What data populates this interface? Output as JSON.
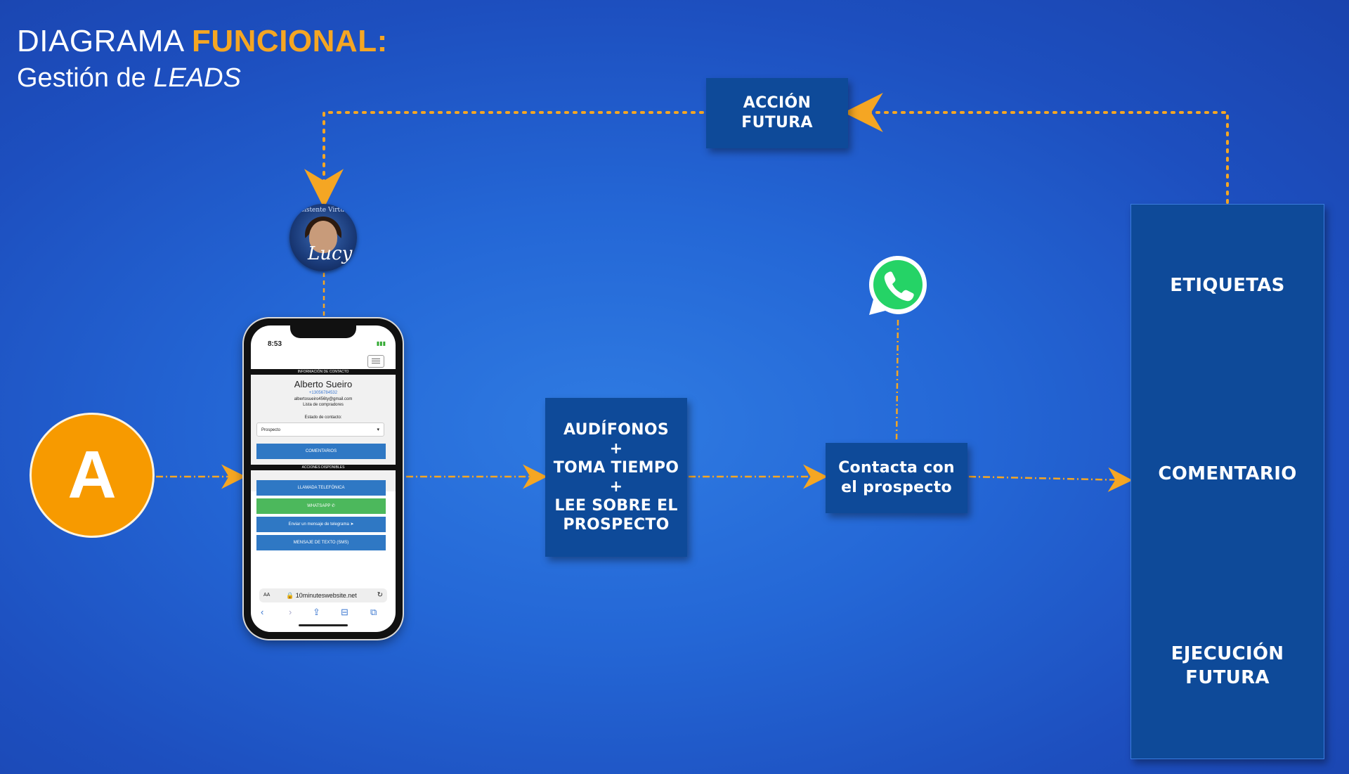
{
  "title": {
    "line1_prefix": "DIAGRAMA ",
    "line1_highlight": "FUNCIONAL:",
    "line2_prefix": "Gestión de ",
    "line2_italic": "LEADS"
  },
  "colors": {
    "accent": "#f5a623",
    "box": "#0e4a99",
    "circle": "#f79a00",
    "whatsapp": "#25d366"
  },
  "nodes": {
    "start_letter": "A",
    "avatar": {
      "ring_text": "Asistente Virtual",
      "script": "Lucy"
    },
    "accion_futura": [
      "ACCIÓN",
      "FUTURA"
    ],
    "audifonos": [
      "AUDÍFONOS",
      "+",
      "TOMA TIEMPO",
      "+",
      "LEE SOBRE EL",
      "PROSPECTO"
    ],
    "contacta": [
      "Contacta con",
      "el prospecto"
    ],
    "panel": {
      "etiquetas": "ETIQUETAS",
      "comentario": "COMENTARIO",
      "ejecucion": [
        "EJECUCIÓN",
        "FUTURA"
      ]
    }
  },
  "phone": {
    "time": "8:53",
    "section_contact": "INFORMACIÓN DE CONTACTO",
    "name": "Alberto Sueiro",
    "phone_number": "+13056784532",
    "email": "albertosueiro456ty@gmail.com",
    "list": "Lista de compradores",
    "estado_label": "Estado de contacto:",
    "estado_value": "Prospecto",
    "comentarios_btn": "COMENTARIOS",
    "section_actions": "ACCIONES DISPONIBLES",
    "actions": [
      "LLAMADA TELEFÓNICA",
      "WHATSAPP ✆",
      "Enviar un mensaje de telegrama ➤",
      "MENSAJE DE TEXTO (SMS)"
    ],
    "url_aa": "AA",
    "url": "🔒 10minuteswebsite.net",
    "reload": "↻"
  }
}
